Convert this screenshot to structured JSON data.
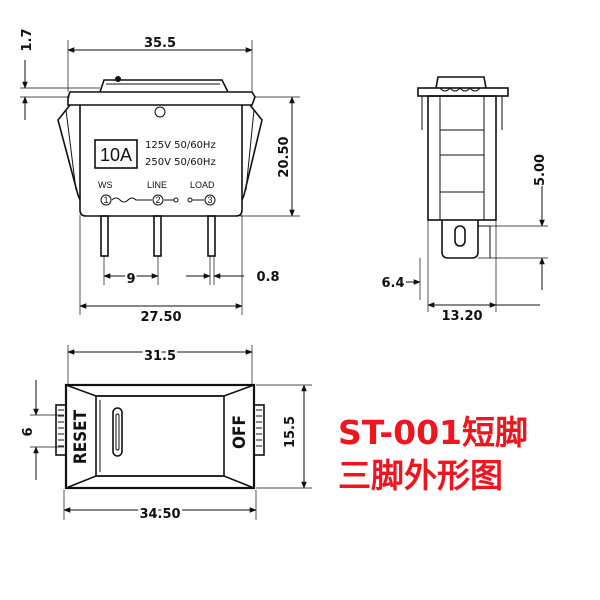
{
  "front_view": {
    "dim_top_height": "1.7",
    "dim_width_top": "35.5",
    "dim_height_right": "20.50",
    "dim_pin_spacing": "9",
    "dim_pin_thickness": "0.8",
    "dim_width_bottom": "27.50",
    "rating_current": "10A",
    "rating_line1": "125V 50/60Hz",
    "rating_line2": "250V 50/60Hz",
    "terminal_ws": "WS",
    "terminal_line": "LINE",
    "terminal_load": "LOAD",
    "terminal_1": "1",
    "terminal_2": "2",
    "terminal_3": "3"
  },
  "side_view": {
    "dim_pin_height": "5.00",
    "dim_pin_offset": "6.4",
    "dim_depth": "13.20"
  },
  "top_view": {
    "dim_inner_width": "31.5",
    "dim_outer_width": "34.50",
    "dim_height": "15.5",
    "dim_clip": "6",
    "label_reset": "RESET",
    "label_off": "OFF"
  },
  "title": {
    "line1": "ST-001短脚",
    "line2": "三脚外形图"
  }
}
